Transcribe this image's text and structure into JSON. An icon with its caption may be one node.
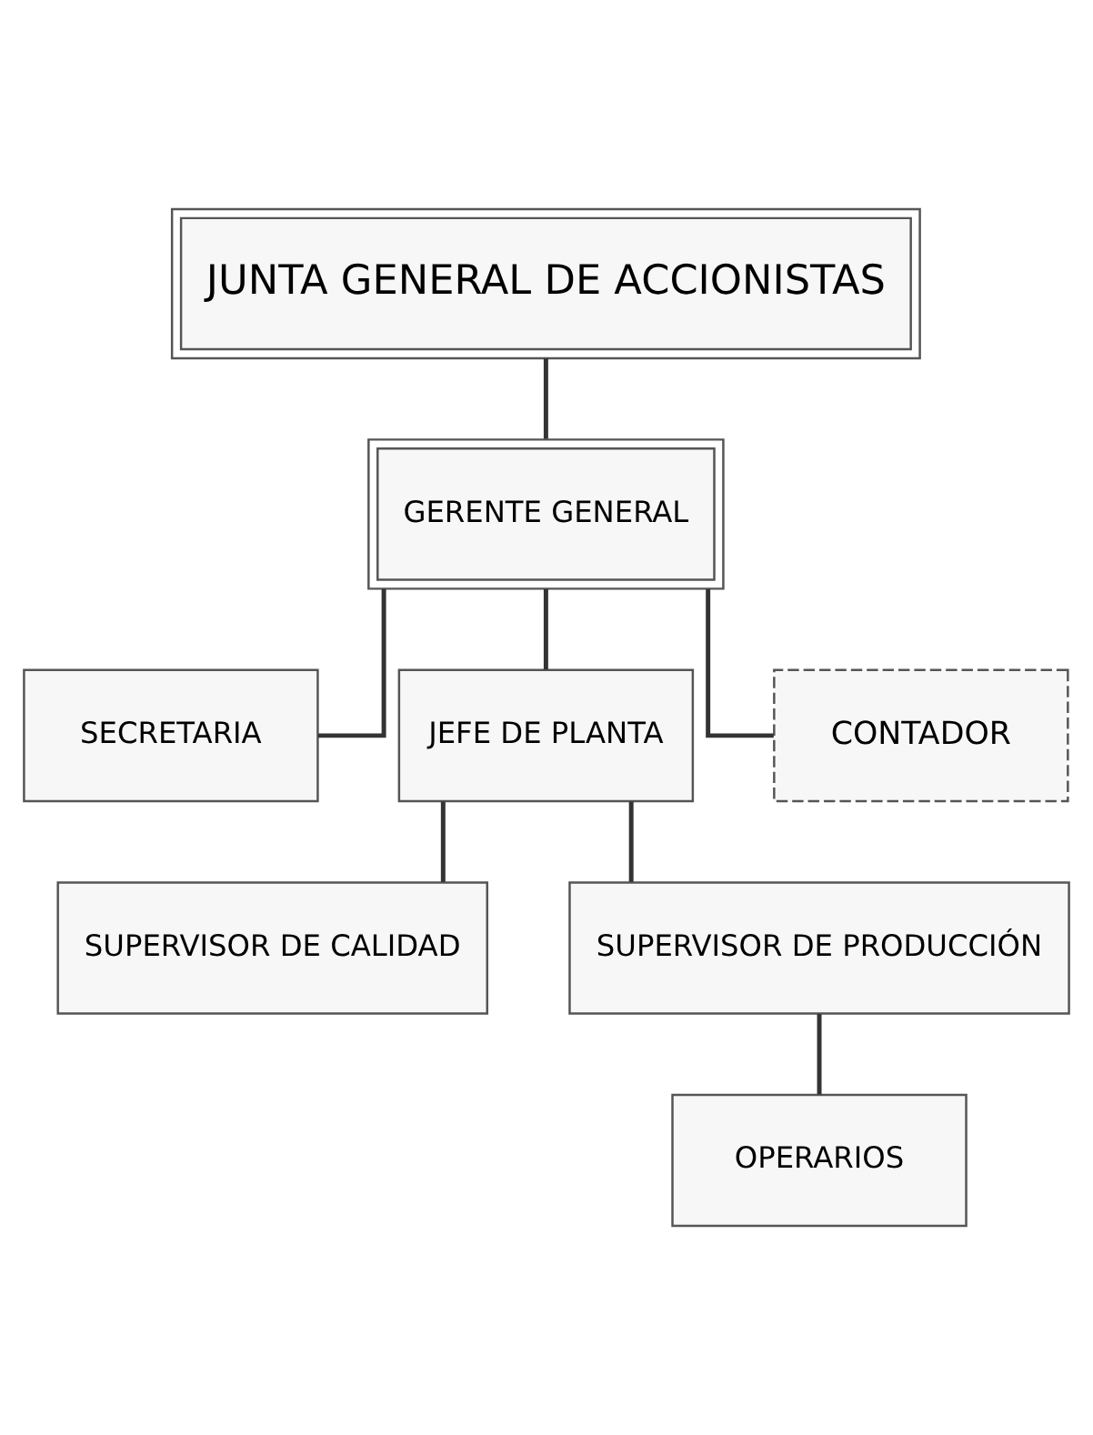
{
  "diagram": {
    "nodes": [
      {
        "text": [
          "JUNTA GENERAL DE ACCIONISTAS"
        ]
      },
      {
        "text": [
          "GERENTE GENERAL"
        ]
      },
      {
        "text": [
          "SECRETARIA"
        ]
      },
      {
        "text": [
          "JEFE DE PLANTA"
        ]
      },
      {
        "text": [
          "CONTADOR"
        ]
      },
      {
        "text": [
          "SUPERVISOR DE CALIDAD"
        ]
      },
      {
        "text": [
          "SUPERVISOR DE PRODUCCIÓN"
        ]
      },
      {
        "text": [
          "OPERARIOS"
        ]
      }
    ],
    "edges": [
      {
        "from": 0,
        "to": 1,
        "arrow": "none"
      },
      {
        "from": 1,
        "to": 2,
        "arrow": "none"
      },
      {
        "from": 1,
        "to": 3,
        "arrow": "none"
      },
      {
        "from": 1,
        "to": 4,
        "arrow": "none"
      },
      {
        "from": 3,
        "to": 5,
        "arrow": "none"
      },
      {
        "from": 3,
        "to": 6,
        "arrow": "none"
      },
      {
        "from": 6,
        "to": 7,
        "arrow": "none"
      }
    ]
  }
}
